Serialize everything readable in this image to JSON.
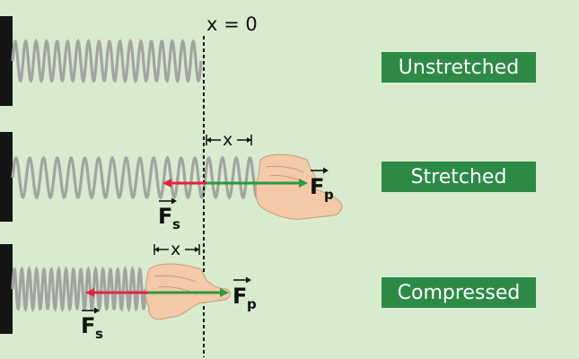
{
  "reference_label": "x = 0",
  "states": [
    {
      "name": "Unstretched"
    },
    {
      "name": "Stretched",
      "displacement_label": "x",
      "spring_force": "F",
      "spring_force_subscript": "s",
      "pull_force": "F",
      "pull_force_subscript": "p"
    },
    {
      "name": "Compressed",
      "displacement_label": "x",
      "spring_force": "F",
      "spring_force_subscript": "s",
      "push_force": "F",
      "push_force_subscript": "p"
    }
  ],
  "colors": {
    "background": "#d8ebce",
    "label_box": "#2c8a45",
    "spring": "#a3a3a3",
    "wall": "#151515",
    "spring_force_arrow": "#e0263a",
    "applied_force_arrow": "#2a9a3f",
    "hand": "#f3c9a8"
  }
}
